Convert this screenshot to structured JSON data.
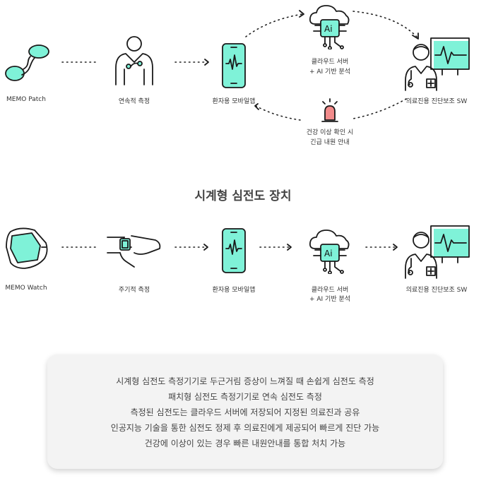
{
  "colors": {
    "accent": "#7ff2d8",
    "alert": "#f28b8b",
    "card_bg": "#f3f3f3"
  },
  "top_flow": {
    "patch_label": "MEMO Patch",
    "continuous_label": "연속적 측정",
    "app_label": "환자용 모바일앱",
    "cloud_label_line1": "클라우드 서버",
    "cloud_label_line2": "+ AI 기반 분석",
    "sw_label": "의료진용 진단보조 SW",
    "alert_label_line1": "건강 이상 확인 시",
    "alert_label_line2": "긴급 내원 안내"
  },
  "section_title": "시계형 심전도 장치",
  "bottom_flow": {
    "watch_label": "MEMO Watch",
    "periodic_label": "주기적 측정",
    "app_label": "환자용 모바일앱",
    "cloud_label_line1": "클라우드 서버",
    "cloud_label_line2": "+ AI 기반 분석",
    "sw_label": "의료진용 진단보조 SW"
  },
  "icons": {
    "patch": "ecg-patch-icon",
    "body": "body-measure-icon",
    "phone": "mobile-app-icon",
    "cloud": "cloud-ai-icon",
    "doctor": "doctor-monitor-icon",
    "siren": "siren-icon",
    "watch": "smartwatch-icon",
    "wrist": "wrist-watch-icon"
  },
  "summary": {
    "lines": [
      "시계형 심전도 측정기기로 두근거림 증상이 느껴질 때 손쉽게 심전도 측정",
      "패치형 심전도 측정기기로 연속 심전도 측정",
      "측정된 심전도는 클라우드 서버에 저장되어 지정된 의료진과 공유",
      "인공지능 기술을 통한 심전도 정제 후 의료진에게 제공되어 빠르게 진단 가능",
      "건강에 이상이 있는 경우 빠른 내원안내를 통합 처치 가능"
    ]
  }
}
